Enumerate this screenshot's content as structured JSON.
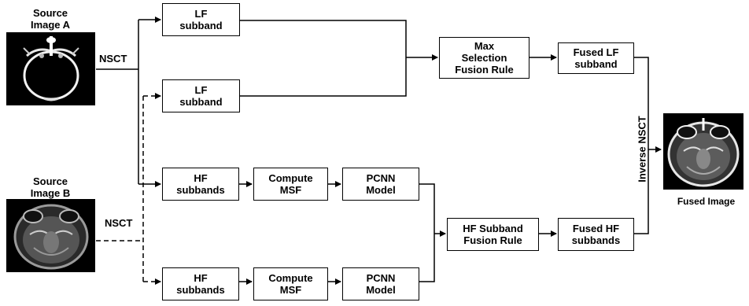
{
  "source_a": {
    "label": "Source\nImage A"
  },
  "source_b": {
    "label": "Source\nImage B"
  },
  "nsct_a": "NSCT",
  "nsct_b": "NSCT",
  "boxes": {
    "lf_a": "LF\nsubband",
    "lf_b": "LF\nsubband",
    "hf_a": "HF\nsubbands",
    "hf_b": "HF\nsubbands",
    "msf_a": "Compute\nMSF",
    "msf_b": "Compute\nMSF",
    "pcnn_a": "PCNN\nModel",
    "pcnn_b": "PCNN\nModel",
    "max_rule": "Max\nSelection\nFusion Rule",
    "hf_rule": "HF Subband\nFusion Rule",
    "fused_lf": "Fused LF\nsubband",
    "fused_hf": "Fused HF\nsubbands"
  },
  "inverse_nsct": "Inverse NSCT",
  "fused_image": {
    "label": "Fused Image"
  },
  "colors": {
    "line": "#000000",
    "image_bg": "#000000"
  }
}
